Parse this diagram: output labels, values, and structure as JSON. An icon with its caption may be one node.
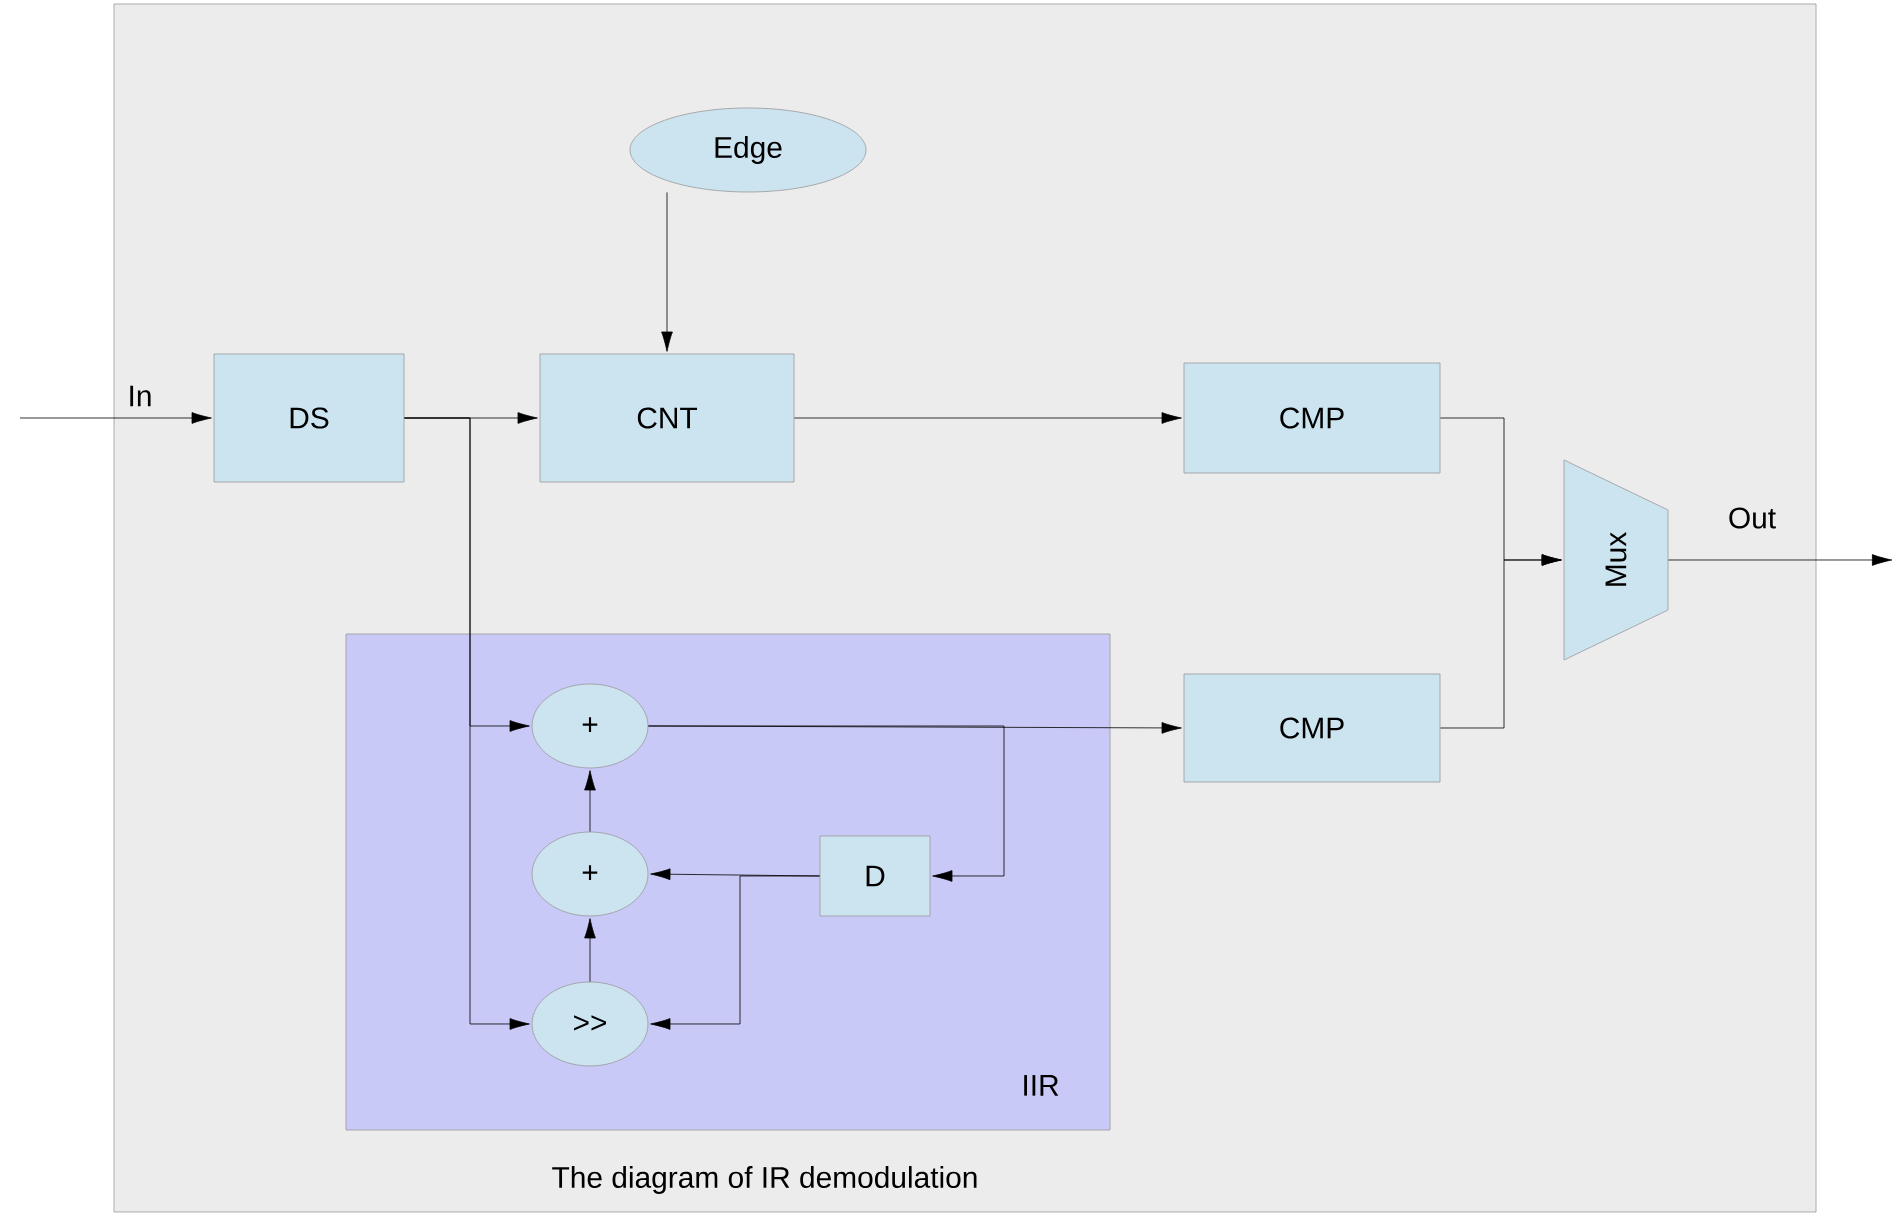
{
  "diagram": {
    "caption": "The diagram of IR demodulation",
    "nodes": [
      {
        "text": [],
        "shape": "box"
      },
      {
        "text": [
          "Edge"
        ],
        "in": 0
      },
      {
        "text": [
          "DS"
        ],
        "in": 0
      },
      {
        "text": [
          "CNT"
        ],
        "in": 0
      },
      {
        "text": [
          "CMP"
        ],
        "in": 0
      },
      {
        "text": [
          "IIR"
        ],
        "in": 0
      },
      {
        "text": [
          "+"
        ],
        "in": 5
      },
      {
        "text": [
          "+"
        ],
        "in": 5
      },
      {
        "text": [
          ">>"
        ],
        "in": 5
      },
      {
        "text": [
          "D"
        ],
        "in": 5
      },
      {
        "text": [
          "CMP"
        ],
        "in": 0
      },
      {
        "text": [
          "Mux"
        ],
        "in": 0
      }
    ],
    "edges": [
      {
        "from": null,
        "to": 2,
        "arrow": "to",
        "label": "In"
      },
      {
        "from": 2,
        "to": 3,
        "arrow": "to"
      },
      {
        "from": 2,
        "to": 6,
        "arrow": "to"
      },
      {
        "from": 2,
        "to": 8,
        "arrow": "to"
      },
      {
        "from": 1,
        "to": 3,
        "arrow": "to"
      },
      {
        "from": 3,
        "to": 4,
        "arrow": "to"
      },
      {
        "from": 6,
        "to": 10,
        "arrow": "to"
      },
      {
        "from": 6,
        "to": 9,
        "arrow": "to"
      },
      {
        "from": 9,
        "to": 7,
        "arrow": "to"
      },
      {
        "from": 9,
        "to": 8,
        "arrow": "to"
      },
      {
        "from": 8,
        "to": 7,
        "arrow": "to"
      },
      {
        "from": 7,
        "to": 6,
        "arrow": "to"
      },
      {
        "from": 4,
        "to": 11,
        "arrow": "to"
      },
      {
        "from": 10,
        "to": 11,
        "arrow": "to"
      },
      {
        "from": 11,
        "to": null,
        "arrow": "to",
        "label": "Out"
      }
    ]
  }
}
